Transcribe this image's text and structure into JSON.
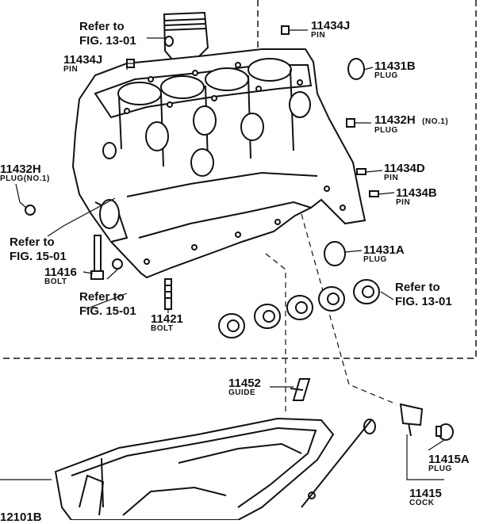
{
  "labels": {
    "l11434J_top": {
      "num": "11434J",
      "sub": "PIN"
    },
    "l11434J_left": {
      "num": "11434J",
      "sub": "PIN"
    },
    "l11431B": {
      "num": "11431B",
      "sub": "PLUG"
    },
    "l11432H_right": {
      "num": "11432H",
      "note": "(NO.1)",
      "sub": "PLUG"
    },
    "l11432H_left": {
      "num": "11432H",
      "sub": "PLUG(NO.1)"
    },
    "l11434D": {
      "num": "11434D",
      "sub": "PIN"
    },
    "l11434B": {
      "num": "11434B",
      "sub": "PIN"
    },
    "l11431A": {
      "num": "11431A",
      "sub": "PLUG"
    },
    "l11416": {
      "num": "11416",
      "sub": "BOLT"
    },
    "l11421": {
      "num": "11421",
      "sub": "BOLT"
    },
    "l11452": {
      "num": "11452",
      "sub": "GUIDE"
    },
    "l11415A": {
      "num": "11415A",
      "sub": "PLUG"
    },
    "l11415": {
      "num": "11415",
      "sub": "COCK"
    },
    "l12101B": {
      "num": "12101B"
    }
  },
  "refs": {
    "ref_13_01_top": {
      "line1": "Refer to",
      "line2": "FIG. 13-01"
    },
    "ref_15_01_left": {
      "line1": "Refer to",
      "line2": "FIG. 15-01"
    },
    "ref_15_01_mid": {
      "line1": "Refer to",
      "line2": "FIG. 15-01"
    },
    "ref_13_01_right": {
      "line1": "Refer to",
      "line2": "FIG. 13-01"
    }
  }
}
